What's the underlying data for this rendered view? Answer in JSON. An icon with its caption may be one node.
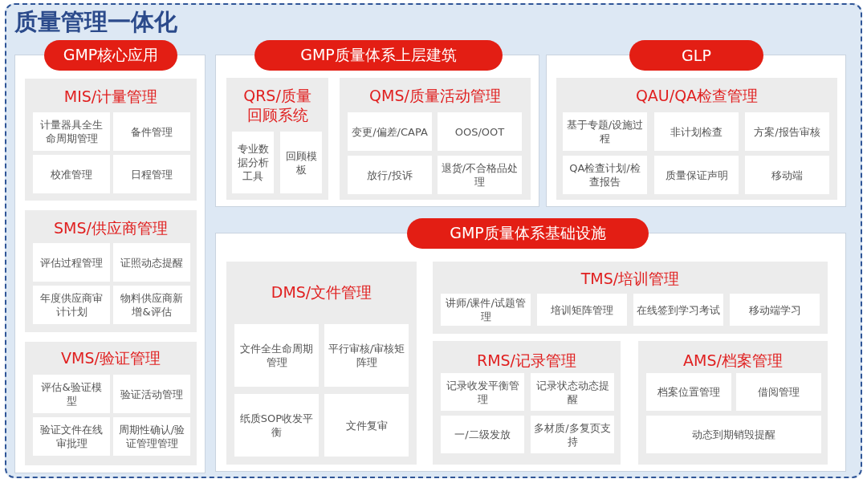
{
  "diagram": {
    "nodes": [
      {
        "text": [
          "质量管理一体化"
        ]
      },
      {
        "text": [
          "GMP核心应用"
        ],
        "in": 0
      },
      {
        "text": [
          "MIS/计量管理"
        ],
        "in": 1
      },
      {
        "text": [
          "计量器具全生命周期管理"
        ],
        "in": 2
      },
      {
        "text": [
          "备件管理"
        ],
        "in": 2
      },
      {
        "text": [
          "校准管理"
        ],
        "in": 2
      },
      {
        "text": [
          "日程管理"
        ],
        "in": 2
      },
      {
        "text": [
          "SMS/供应商管理"
        ],
        "in": 1
      },
      {
        "text": [
          "评估过程管理"
        ],
        "in": 7
      },
      {
        "text": [
          "证照动态提醒"
        ],
        "in": 7
      },
      {
        "text": [
          "年度供应商审计计划"
        ],
        "in": 7
      },
      {
        "text": [
          "物料供应商新增&评估"
        ],
        "in": 7
      },
      {
        "text": [
          "VMS/验证管理"
        ],
        "in": 1
      },
      {
        "text": [
          "评估&验证模型"
        ],
        "in": 12
      },
      {
        "text": [
          "验证活动管理"
        ],
        "in": 12
      },
      {
        "text": [
          "验证文件在线审批理"
        ],
        "in": 12
      },
      {
        "text": [
          "周期性确认/验证管理管理"
        ],
        "in": 12
      },
      {
        "text": [
          "GMP质量体系上层建筑"
        ],
        "in": 0
      },
      {
        "text": [
          "QRS/质量回顾系统"
        ],
        "in": 17
      },
      {
        "text": [
          "专业数据分析工具"
        ],
        "in": 18
      },
      {
        "text": [
          "回顾模板"
        ],
        "in": 18
      },
      {
        "text": [
          "QMS/质量活动管理"
        ],
        "in": 17
      },
      {
        "text": [
          "变更/偏差/CAPA"
        ],
        "in": 21
      },
      {
        "text": [
          "OOS/OOT"
        ],
        "in": 21
      },
      {
        "text": [
          "放行/投诉"
        ],
        "in": 21
      },
      {
        "text": [
          "退货/不合格品处理"
        ],
        "in": 21
      },
      {
        "text": [
          "GLP"
        ],
        "in": 0
      },
      {
        "text": [
          "QAU/QA检查管理"
        ],
        "in": 26
      },
      {
        "text": [
          "基于专题/设施过程"
        ],
        "in": 27
      },
      {
        "text": [
          "非计划检查"
        ],
        "in": 27
      },
      {
        "text": [
          "方案/报告审核"
        ],
        "in": 27
      },
      {
        "text": [
          "QA检查计划/检查报告"
        ],
        "in": 27
      },
      {
        "text": [
          "质量保证声明"
        ],
        "in": 27
      },
      {
        "text": [
          "移动端"
        ],
        "in": 27
      },
      {
        "text": [
          "GMP质量体系基础设施"
        ],
        "in": 0
      },
      {
        "text": [
          "DMS/文件管理"
        ],
        "in": 34
      },
      {
        "text": [
          "文件全生命周期管理"
        ],
        "in": 35
      },
      {
        "text": [
          "平行审核/审核矩阵理"
        ],
        "in": 35
      },
      {
        "text": [
          "纸质SOP收发平衡"
        ],
        "in": 35
      },
      {
        "text": [
          "文件复审"
        ],
        "in": 35
      },
      {
        "text": [
          "TMS/培训管理"
        ],
        "in": 34
      },
      {
        "text": [
          "讲师/课件/试题管理"
        ],
        "in": 40
      },
      {
        "text": [
          "培训矩阵管理"
        ],
        "in": 40
      },
      {
        "text": [
          "在线签到学习考试"
        ],
        "in": 40
      },
      {
        "text": [
          "移动端学习"
        ],
        "in": 40
      },
      {
        "text": [
          "RMS/记录管理"
        ],
        "in": 34
      },
      {
        "text": [
          "记录收发平衡管理"
        ],
        "in": 45
      },
      {
        "text": [
          "记录状态动态提醒"
        ],
        "in": 45
      },
      {
        "text": [
          "一/二级发放"
        ],
        "in": 45
      },
      {
        "text": [
          "多材质/多复页支持"
        ],
        "in": 45
      },
      {
        "text": [
          "AMS/档案管理"
        ],
        "in": 34
      },
      {
        "text": [
          "档案位置管理"
        ],
        "in": 50
      },
      {
        "text": [
          "借阅管理"
        ],
        "in": 50
      },
      {
        "text": [
          "动态到期销毁提醒"
        ],
        "in": 50
      }
    ]
  }
}
